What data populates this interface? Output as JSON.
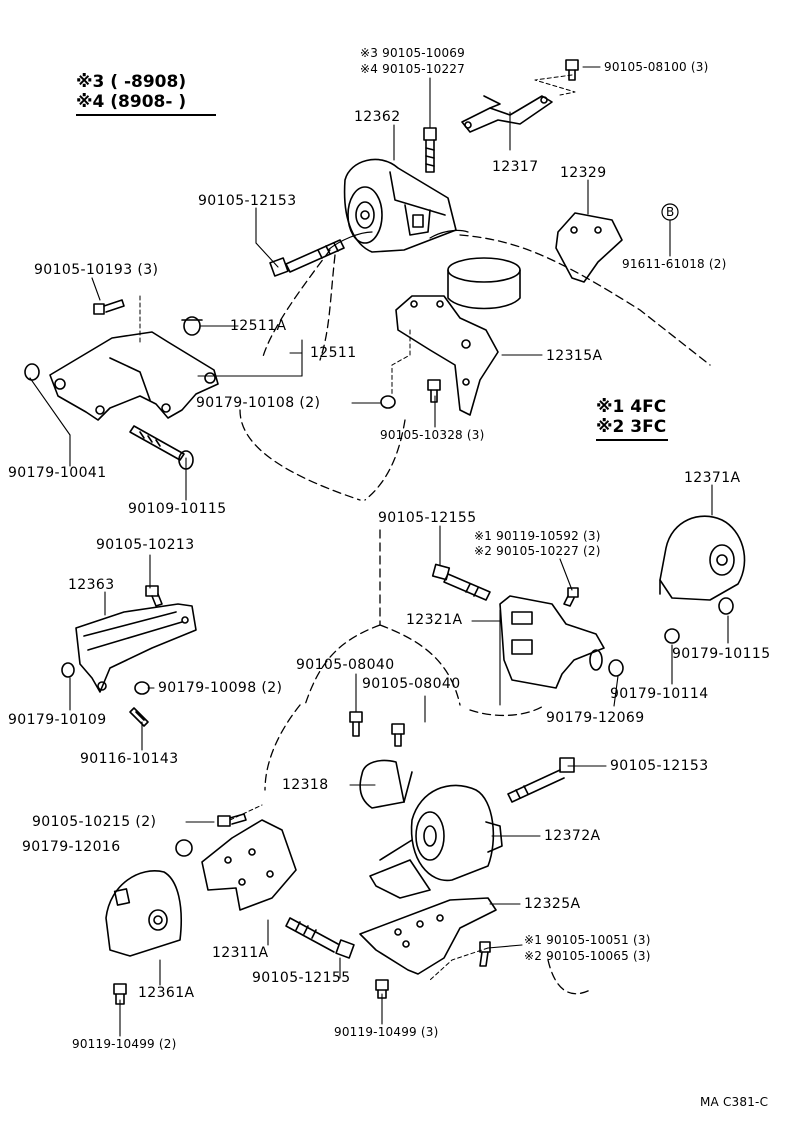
{
  "legend_years": [
    {
      "mark": "※3",
      "range": "(     -8908)"
    },
    {
      "mark": "※4",
      "range": "(8908-       )"
    }
  ],
  "legend_engines": [
    {
      "mark": "※1",
      "code": "4FC"
    },
    {
      "mark": "※2",
      "code": "3FC"
    }
  ],
  "labels": {
    "l1": "※3 90105-10069",
    "l2": "※4 90105-10227",
    "l3": "90105-08100 (3)",
    "l4": "12362",
    "l5": "12317",
    "l6": "12329",
    "l7": "90105-12153",
    "l8": "B",
    "l9": "91611-61018 (2)",
    "l10": "90105-10193 (3)",
    "l11": "12511A",
    "l12": "12511",
    "l13": "12315A",
    "l14": "90179-10108 (2)",
    "l15": "90105-10328 (3)",
    "l16": "90179-10041",
    "l17": "90109-10115",
    "l18": "90105-12155",
    "l19": "※1 90119-10592 (3)",
    "l20": "※2 90105-10227 (2)",
    "l21": "12371A",
    "l22": "90105-10213",
    "l23": "12363",
    "l24": "12321A",
    "l25": "90179-10115",
    "l26": "90105-08040",
    "l27": "90105-08040",
    "l28": "90179-10114",
    "l29": "90179-10098 (2)",
    "l30": "90179-12069",
    "l31": "90179-10109",
    "l32": "90116-10143",
    "l33": "12318",
    "l34": "90105-12153",
    "l35": "90105-10215 (2)",
    "l36": "12372A",
    "l37": "90179-12016",
    "l38": "12325A",
    "l39": "※1 90105-10051 (3)",
    "l40": "※2 90105-10065 (3)",
    "l41": "12311A",
    "l42": "12361A",
    "l43": "90105-12155",
    "l44": "90119-10499 (2)",
    "l45": "90119-10499 (3)",
    "l46": "MA  C381-C"
  }
}
